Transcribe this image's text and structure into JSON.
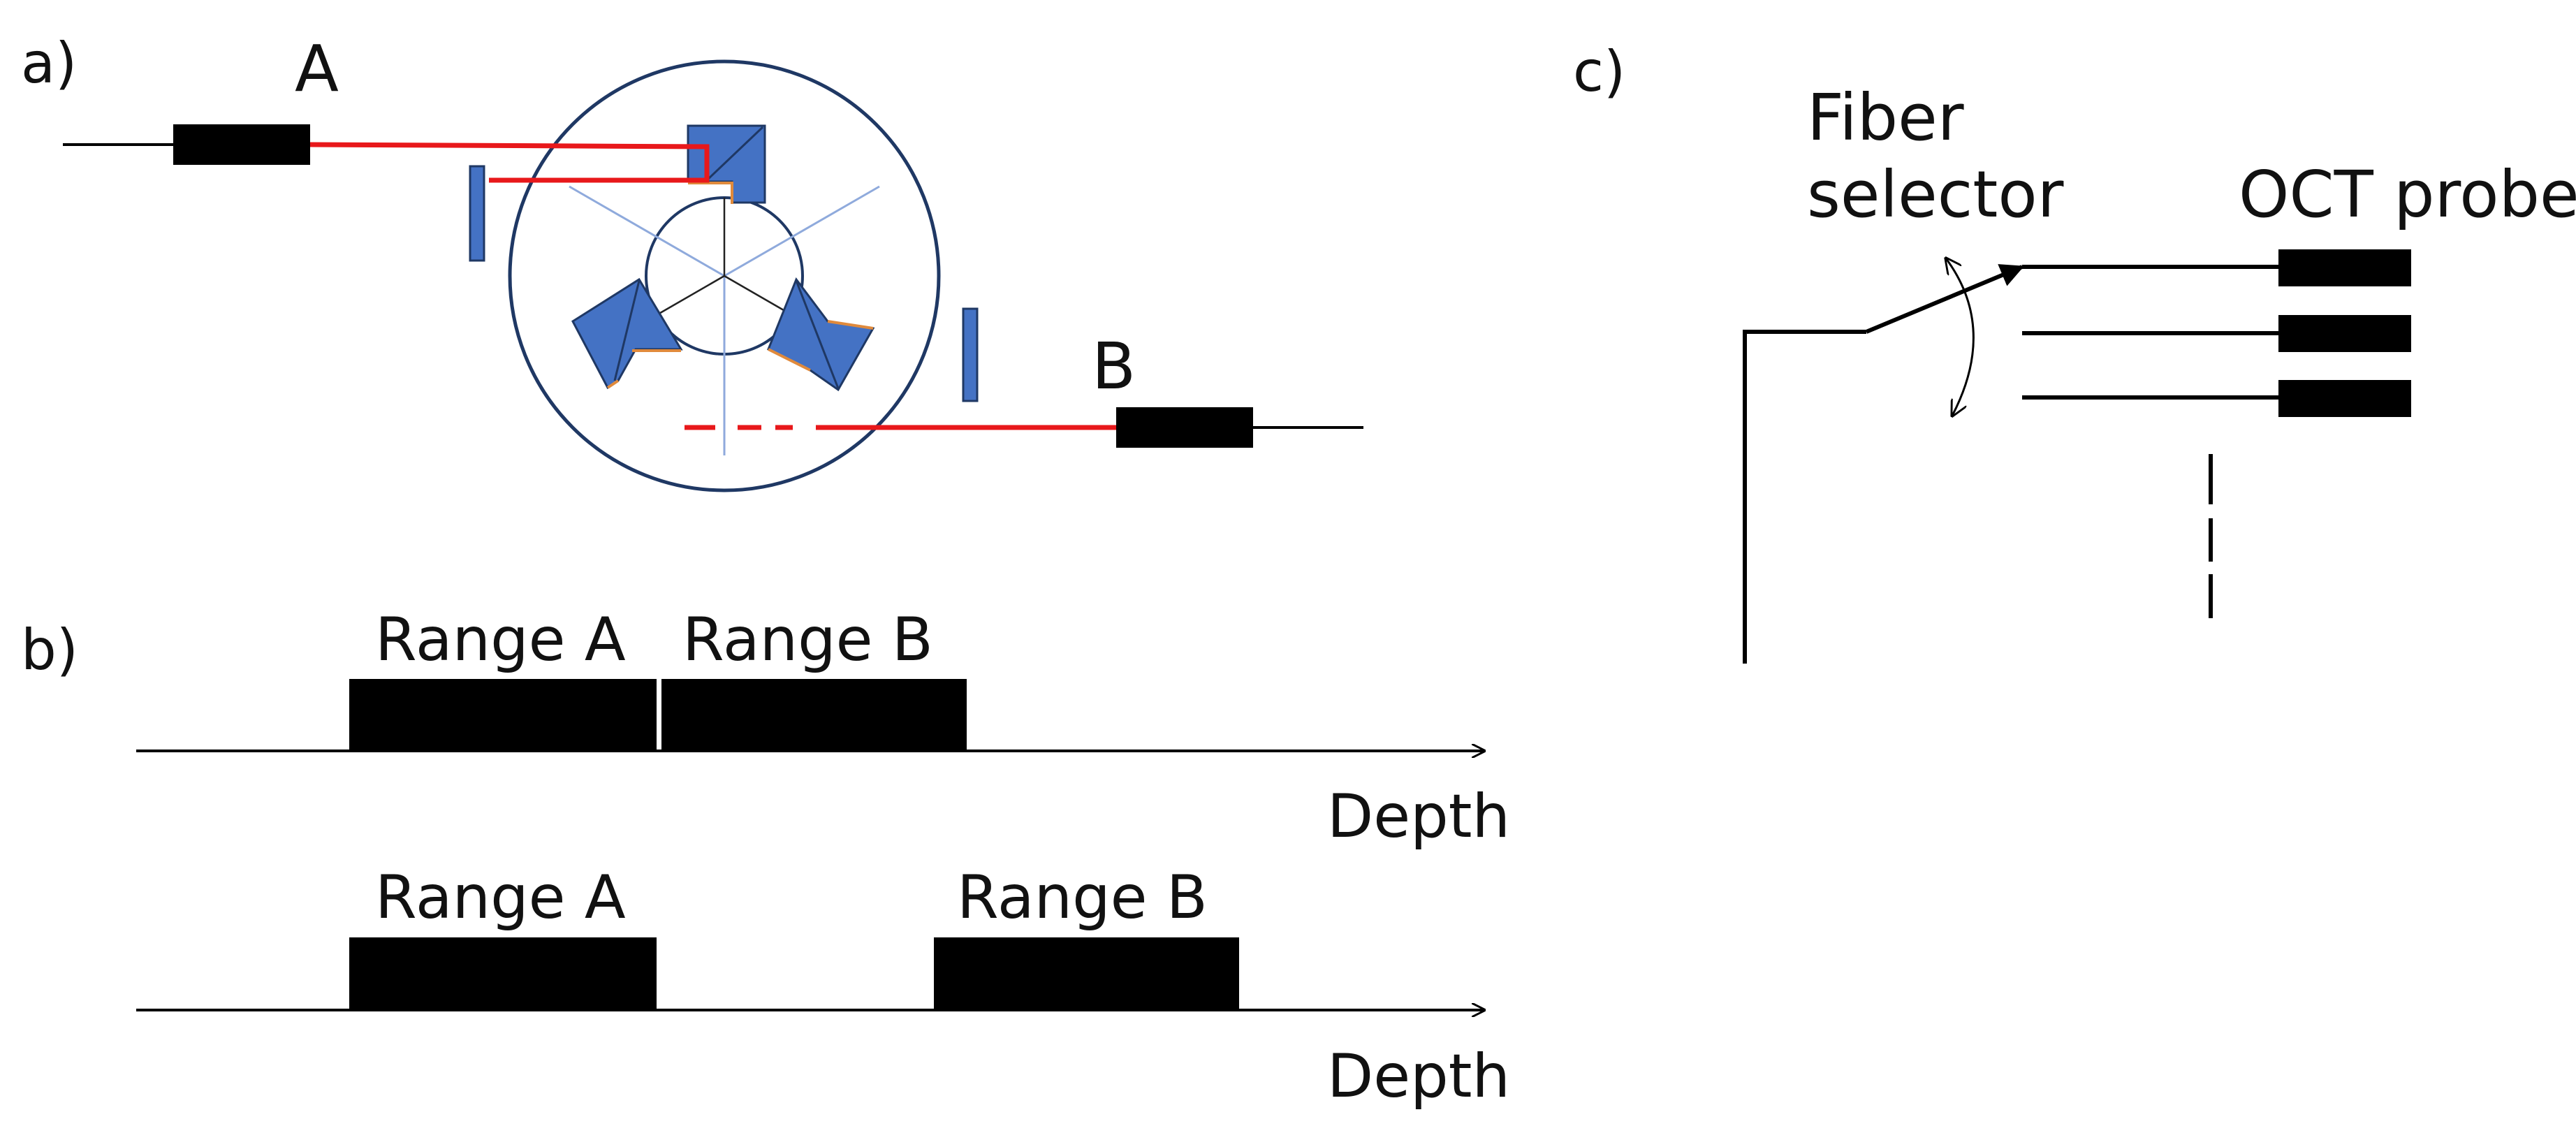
{
  "panel_a": {
    "label": "a)",
    "end_a_label": "A",
    "end_b_label": "B"
  },
  "panel_b": {
    "label": "b)",
    "diagrams": [
      {
        "range_a_label": "Range A",
        "range_b_label": "Range B",
        "axis_label": "Depth"
      },
      {
        "range_a_label": "Range A",
        "range_b_label": "Range B",
        "axis_label": "Depth"
      }
    ]
  },
  "panel_c": {
    "label": "c)",
    "selector_label_line1": "Fiber",
    "selector_label_line2": "selector",
    "probe_label": "OCT probe"
  },
  "colors": {
    "beam": "#e8181b",
    "prism": "#4472c4",
    "prism_edge": "#e08a3c",
    "outline": "#1f3864",
    "ink": "#000000"
  }
}
